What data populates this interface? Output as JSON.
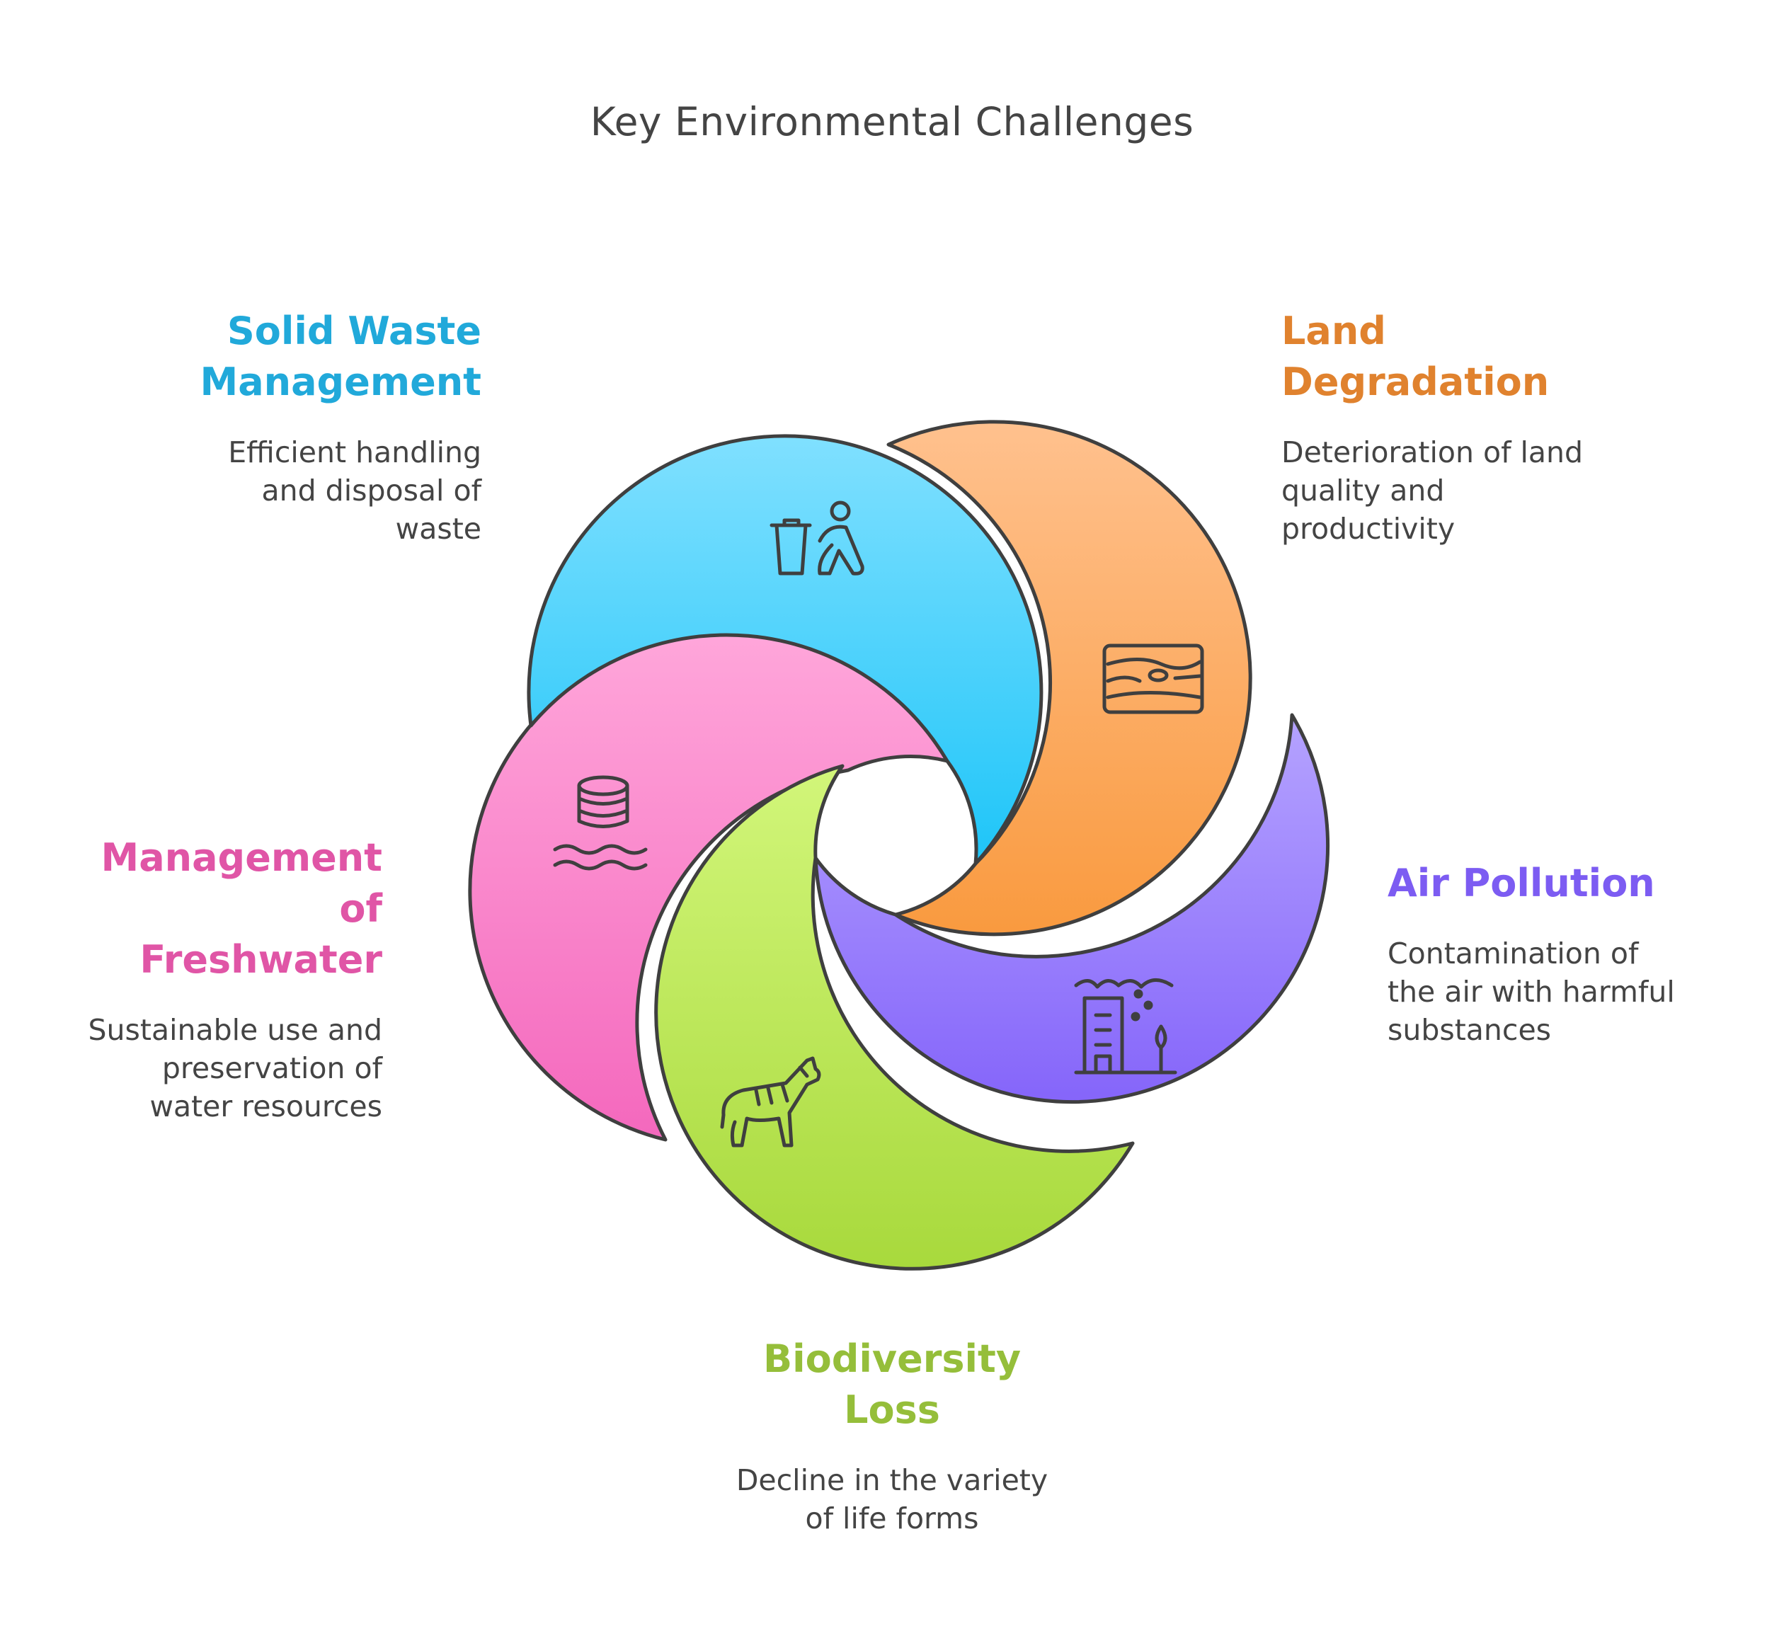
{
  "title": "Key Environmental Challenges",
  "items": [
    {
      "key": "solid",
      "heading_lines": [
        "Solid Waste",
        "Management"
      ],
      "desc_lines": [
        "Efficient handling",
        "and disposal of",
        "waste"
      ],
      "icon": "trash-bin-icon",
      "color": "#21A9DA",
      "gradient": [
        "#80E0FF",
        "#1EC5F8"
      ]
    },
    {
      "key": "land",
      "heading_lines": [
        "Land",
        "Degradation"
      ],
      "desc_lines": [
        "Deterioration of land",
        "quality and",
        "productivity"
      ],
      "icon": "land-strata-icon",
      "color": "#E0822E",
      "gradient": [
        "#FFC18E",
        "#F99A3F"
      ]
    },
    {
      "key": "air",
      "heading_lines": [
        "Air Pollution"
      ],
      "desc_lines": [
        "Contamination of",
        "the air with harmful",
        "substances"
      ],
      "icon": "factory-smog-icon",
      "color": "#7C5CF2",
      "gradient": [
        "#B5A3FF",
        "#8565FA"
      ]
    },
    {
      "key": "bio",
      "heading_lines": [
        "Biodiversity",
        "Loss"
      ],
      "desc_lines": [
        "Decline in the variety",
        "of life forms"
      ],
      "icon": "hyena-icon",
      "color": "#95BE3A",
      "gradient": [
        "#D2F67A",
        "#A8D93C"
      ]
    },
    {
      "key": "fresh",
      "heading_lines": [
        "Management",
        "of Freshwater"
      ],
      "desc_lines": [
        "Sustainable use and",
        "preservation of",
        "water resources"
      ],
      "icon": "water-reservoir-icon",
      "color": "#E055A6",
      "gradient": [
        "#FFA6DA",
        "#F468BD"
      ]
    }
  ]
}
